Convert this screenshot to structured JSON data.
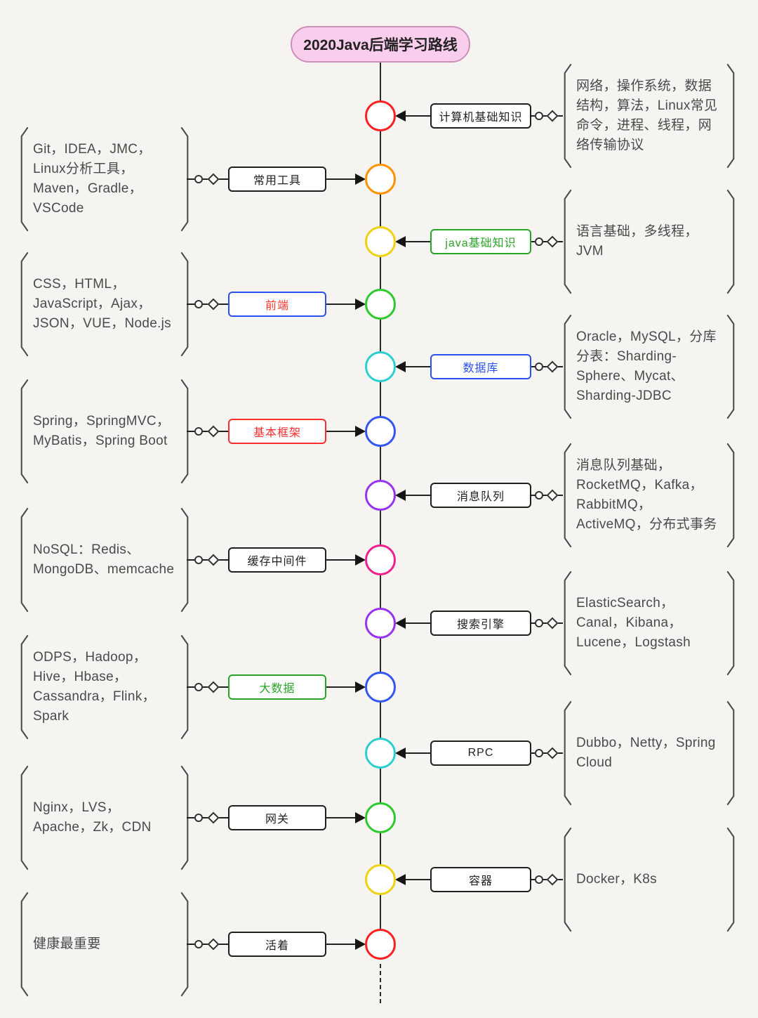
{
  "title": "2020Java后端学习路线",
  "title_colors": {
    "background": "#f9cdec",
    "border": "#cc8fb8",
    "text": "#222222"
  },
  "spine_color": "#2b2b2b",
  "background_color": "#f6f4f0",
  "nodes": [
    {
      "label": "计算机基础知识",
      "side": "right",
      "circle_color": "#ff1f1f",
      "box_color": "#1f1f1f",
      "label_color": "#1f1f1f",
      "detail": "网络，操作系统，数据结构，算法，Linux常见命令，进程、线程，网络传输协议"
    },
    {
      "label": "常用工具",
      "side": "left",
      "circle_color": "#ff9100",
      "box_color": "#1f1f1f",
      "label_color": "#1f1f1f",
      "detail": "Git，IDEA，JMC，Linux分析工具，Maven，Gradle，VSCode"
    },
    {
      "label": "java基础知识",
      "side": "right",
      "circle_color": "#eed20f",
      "box_color": "#28a428",
      "label_color": "#28a428",
      "detail": "语言基础，多线程，JVM"
    },
    {
      "label": "前端",
      "side": "left",
      "circle_color": "#2ec92e",
      "box_color": "#2b50f0",
      "label_color": "#ff3b30",
      "detail": "CSS，HTML，JavaScript，Ajax，JSON，VUE，Node.js"
    },
    {
      "label": "数据库",
      "side": "right",
      "circle_color": "#2ad0d0",
      "box_color": "#2b50f0",
      "label_color": "#2b50f0",
      "detail": "Oracle，MySQL，分库分表：Sharding-Sphere、Mycat、Sharding-JDBC"
    },
    {
      "label": "基本框架",
      "side": "left",
      "circle_color": "#3355f2",
      "box_color": "#ff2d2d",
      "label_color": "#ff2d2d",
      "detail": "Spring，SpringMVC，MyBatis，Spring Boot"
    },
    {
      "label": "消息队列",
      "side": "right",
      "circle_color": "#9632f0",
      "box_color": "#1f1f1f",
      "label_color": "#1f1f1f",
      "detail": "消息队列基础，RocketMQ，Kafka，RabbitMQ，ActiveMQ，分布式事务"
    },
    {
      "label": "缓存中间件",
      "side": "left",
      "circle_color": "#f0218f",
      "box_color": "#1f1f1f",
      "label_color": "#1f1f1f",
      "detail": "NoSQL：Redis、MongoDB、memcache"
    },
    {
      "label": "搜索引擎",
      "side": "right",
      "circle_color": "#9632f0",
      "box_color": "#1f1f1f",
      "label_color": "#1f1f1f",
      "detail": "ElasticSearch，Canal，Kibana，Lucene，Logstash"
    },
    {
      "label": "大数据",
      "side": "left",
      "circle_color": "#3355f2",
      "box_color": "#28a428",
      "label_color": "#28a428",
      "detail": "ODPS，Hadoop，Hive，Hbase，Cassandra，Flink，Spark"
    },
    {
      "label": "RPC",
      "side": "right",
      "circle_color": "#2ad0d0",
      "box_color": "#1f1f1f",
      "label_color": "#1f1f1f",
      "detail": "Dubbo，Netty，Spring Cloud"
    },
    {
      "label": "网关",
      "side": "left",
      "circle_color": "#2ec92e",
      "box_color": "#1f1f1f",
      "label_color": "#1f1f1f",
      "detail": "Nginx，LVS，Apache，Zk，CDN"
    },
    {
      "label": "容器",
      "side": "right",
      "circle_color": "#eed20f",
      "box_color": "#1f1f1f",
      "label_color": "#1f1f1f",
      "detail": "Docker，K8s"
    },
    {
      "label": "活着",
      "side": "left",
      "circle_color": "#ff1f1f",
      "box_color": "#1f1f1f",
      "label_color": "#1f1f1f",
      "detail": "健康最重要"
    }
  ]
}
